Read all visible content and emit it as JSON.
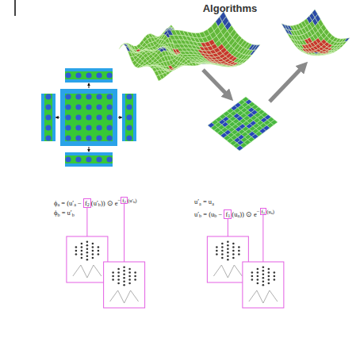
{
  "diagram": {
    "title": "Algorithms",
    "labels": [
      "ϕ",
      "a",
      " = (u′",
      "a",
      " − ",
      "f",
      "2",
      "(u′",
      "b",
      ")) ⊙ e",
      "−",
      "f",
      "2",
      "(u′",
      "b",
      ")",
      "ϕ",
      "b",
      " = u′",
      "b",
      "u′",
      "a",
      " = u",
      "a",
      "u′",
      "b",
      " = (u",
      "b",
      " − ",
      "f",
      "1",
      "(u",
      "a",
      ")) ⊙ e",
      "−",
      "f",
      "1",
      "(u",
      "a",
      ")"
    ]
  }
}
